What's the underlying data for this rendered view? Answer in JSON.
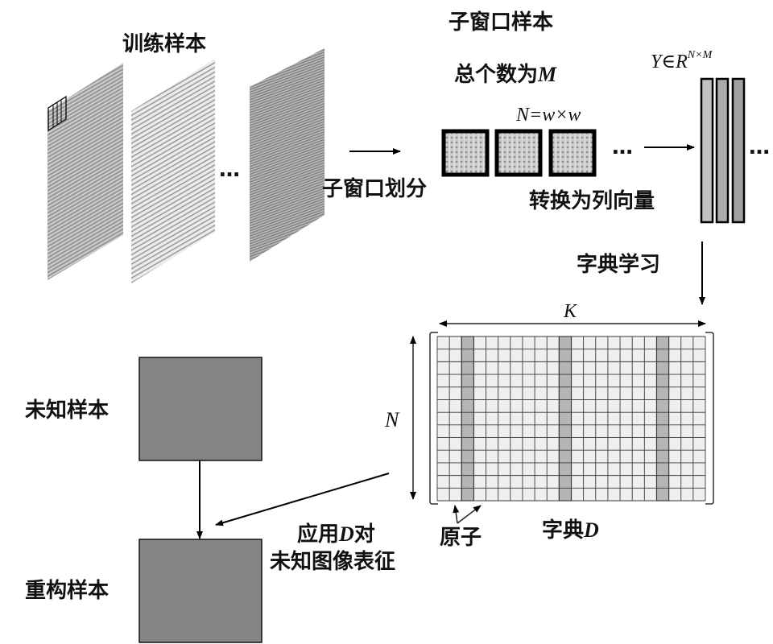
{
  "diagram": {
    "training": {
      "title": "训练样本",
      "panel_count_shown": 3,
      "ellipsis": "…"
    },
    "subwindow": {
      "title": "子窗口样本",
      "count_prefix": "总个数为",
      "count_symbol": "M",
      "split_label": "子窗口划分",
      "size_formula": "N=w×w",
      "window_count_shown": 3,
      "ellipsis": "…",
      "convert_label": "转换为列向量"
    },
    "matrix_y": {
      "label_symbol": "Y",
      "label_relation": "∈",
      "label_space": "R",
      "label_superscript": "N×M",
      "column_count_shown": 3,
      "ellipsis": "…"
    },
    "learning": {
      "label": "字典学习"
    },
    "dictionary": {
      "width_symbol": "K",
      "height_symbol": "N",
      "grid_columns": 22,
      "grid_rows": 13,
      "highlighted_columns": [
        3,
        11,
        19
      ],
      "atom_label": "原子",
      "name_prefix": "字典",
      "name_symbol": "D"
    },
    "application": {
      "line1_prefix": "应用",
      "line1_symbol": "D",
      "line1_suffix": "对",
      "line2": "未知图像表征"
    },
    "unknown": {
      "label": "未知样本"
    },
    "reconstructed": {
      "label": "重构样本"
    },
    "colors": {
      "sample_box": "#858585",
      "grid_line": "#3a3a3a",
      "grid_cell": "#efefef",
      "grid_highlight": "#b5b5b5",
      "column_bar_1": "#c2c2c2",
      "column_bar_2": "#acacac",
      "column_bar_3": "#a2a2a2"
    }
  }
}
